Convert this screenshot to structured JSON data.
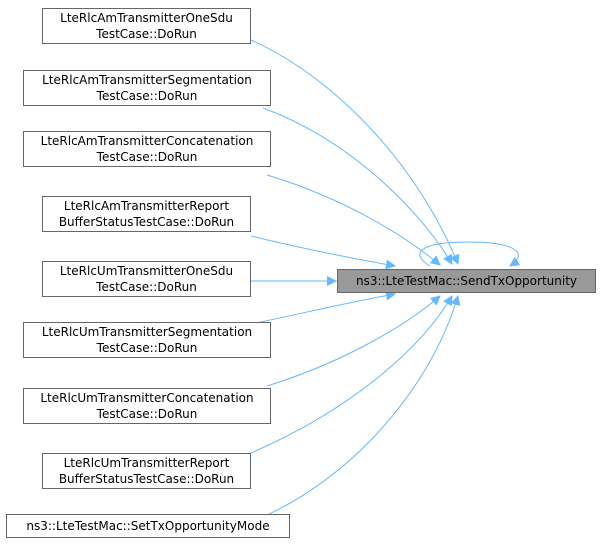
{
  "diagram": {
    "target": {
      "label": "ns3::LteTestMac::SendTxOpportunity"
    },
    "callers": [
      {
        "line1": "LteRlcAmTransmitterOneSdu",
        "line2": "TestCase::DoRun"
      },
      {
        "line1": "LteRlcAmTransmitterSegmentation",
        "line2": "TestCase::DoRun"
      },
      {
        "line1": "LteRlcAmTransmitterConcatenation",
        "line2": "TestCase::DoRun"
      },
      {
        "line1": "LteRlcAmTransmitterReport",
        "line2": "BufferStatusTestCase::DoRun"
      },
      {
        "line1": "LteRlcUmTransmitterOneSdu",
        "line2": "TestCase::DoRun"
      },
      {
        "line1": "LteRlcUmTransmitterSegmentation",
        "line2": "TestCase::DoRun"
      },
      {
        "line1": "LteRlcUmTransmitterConcatenation",
        "line2": "TestCase::DoRun"
      },
      {
        "line1": "LteRlcUmTransmitterReport",
        "line2": "BufferStatusTestCase::DoRun"
      },
      {
        "line1": "ns3::LteTestMac::SetTxOpportunityMode",
        "line2": ""
      }
    ],
    "edge_color": "#63b8ff"
  }
}
